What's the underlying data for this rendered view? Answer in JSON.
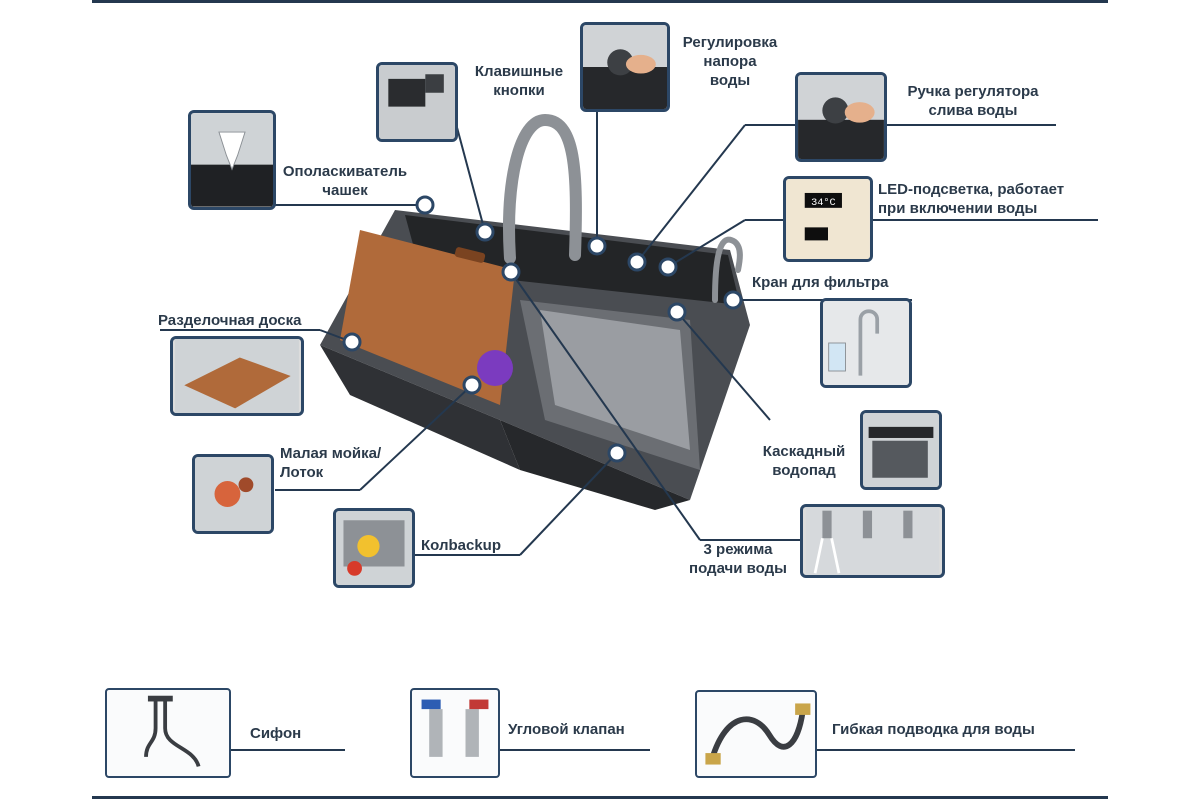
{
  "labels": {
    "cup_rinser": [
      "Ополаскиватель",
      "чашек"
    ],
    "keyboard_buttons": [
      "Клавишные",
      "кнопки"
    ],
    "pressure_control": [
      "Регулировка",
      "напора",
      "воды"
    ],
    "drain_handle": [
      "Ручка регулятора",
      "слива воды"
    ],
    "led_light": [
      "LED-подсветка, работает",
      "при включении воды"
    ],
    "filter_tap": "Кран для фильтра",
    "cutting_board": "Разделочная доска",
    "small_sink": [
      "Малая мойка/",
      "Лоток"
    ],
    "colander": "Колbackup",
    "cascade": [
      "Каскадный",
      "водопад"
    ],
    "water_modes": [
      "3 режима",
      "подачи воды"
    ]
  },
  "accessories": {
    "siphon": "Сифон",
    "angle_valve": "Угловой клапан",
    "flex_hose": "Гибкая подводка для воды"
  },
  "led_display": "34°C",
  "colors": {
    "line": "#24384f",
    "frame": "#2c4766",
    "sink_body": "#3a3d42",
    "board": "#b06a3a"
  }
}
